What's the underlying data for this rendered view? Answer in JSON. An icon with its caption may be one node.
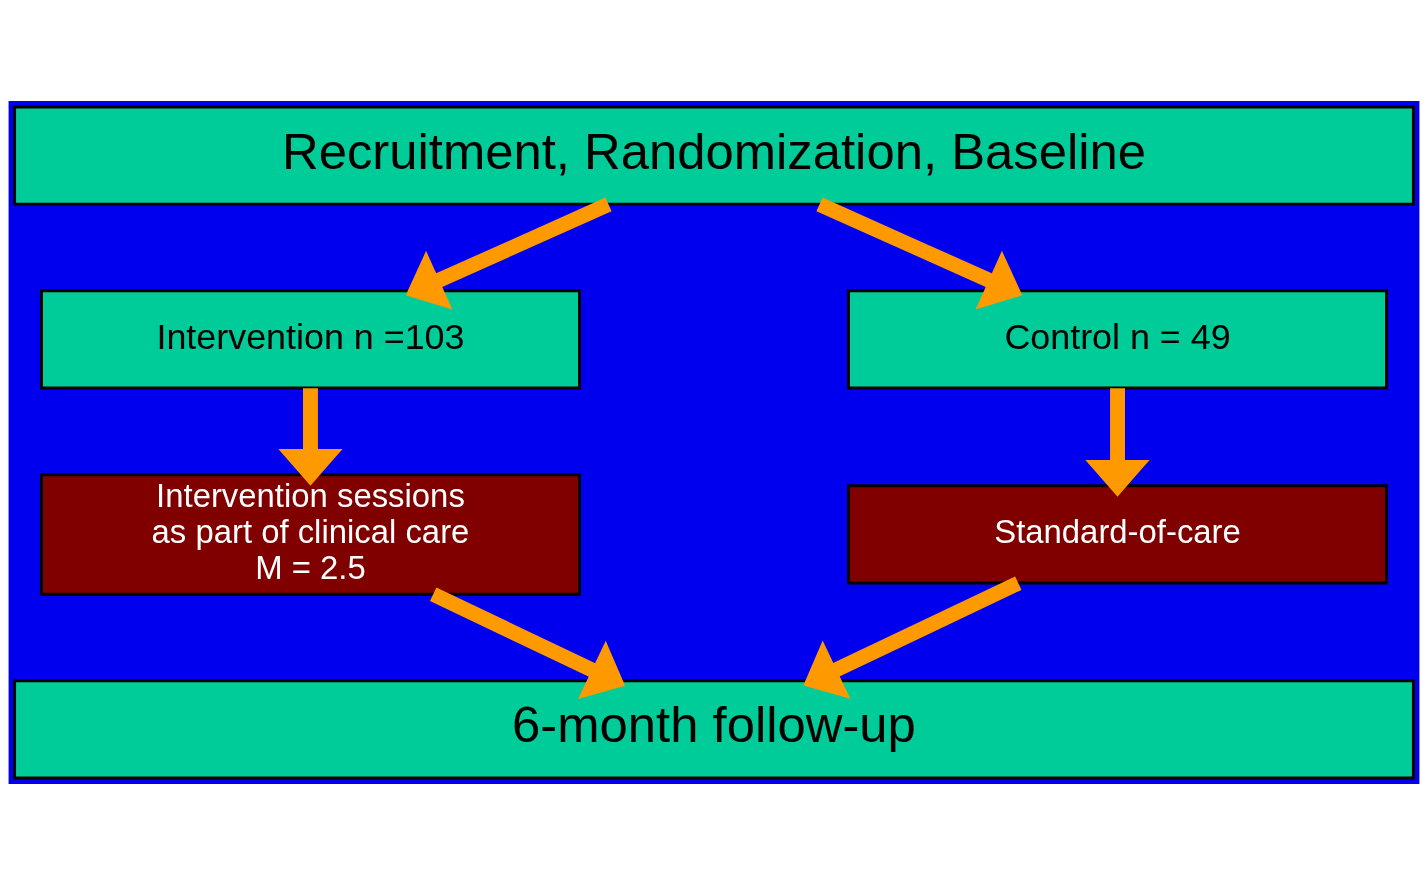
{
  "diagram": {
    "nodes": [
      {
        "text": [
          "Recruitment, Randomization, Baseline"
        ]
      },
      {
        "text": [
          "Intervention n =103"
        ]
      },
      {
        "text": [
          "Control n = 49"
        ]
      },
      {
        "text": [
          "Intervention sessions as part of clinical care M = 2.5"
        ]
      },
      {
        "text": [
          "Standard-of-care"
        ]
      },
      {
        "text": [
          "6-month follow-up"
        ]
      }
    ],
    "edges": [
      {
        "from": 0,
        "to": 1,
        "arrow": "to"
      },
      {
        "from": 0,
        "to": 2,
        "arrow": "to"
      },
      {
        "from": 1,
        "to": 3,
        "arrow": "to"
      },
      {
        "from": 2,
        "to": 4,
        "arrow": "to"
      },
      {
        "from": 3,
        "to": 5,
        "arrow": "to"
      },
      {
        "from": 4,
        "to": 5,
        "arrow": "to"
      }
    ]
  }
}
